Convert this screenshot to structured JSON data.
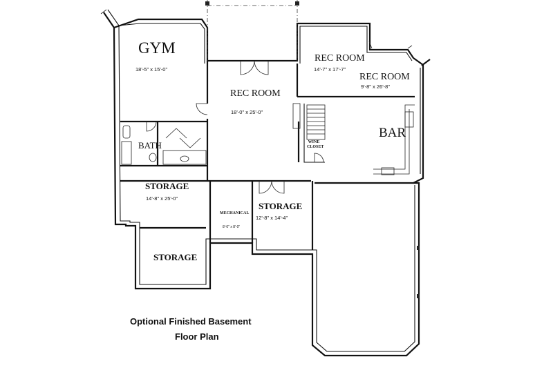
{
  "rooms": {
    "gym": {
      "name": "GYM",
      "dims": "18'-5\" x 15'-0\""
    },
    "rec_room_center": {
      "name": "REC ROOM",
      "dims": "18'-0\" x 25'-0\""
    },
    "rec_room_upper": {
      "name": "REC ROOM",
      "dims": "14'-7\" x 17'-7\""
    },
    "rec_room_right": {
      "name": "REC ROOM",
      "dims": "9'-8\" x 26'-8\""
    },
    "bar": {
      "name": "BAR"
    },
    "bath": {
      "name": "BATH"
    },
    "wine_closet": {
      "name": "WINE CLOSET"
    },
    "storage_left": {
      "name": "STORAGE",
      "dims": "14'-8\" x 25'-0\""
    },
    "mechanical": {
      "name": "MECHANICAL",
      "dims": "8'-0\" x 8'-0\""
    },
    "storage_center": {
      "name": "STORAGE",
      "dims": "12'-8\" x 14'-4\""
    },
    "storage_lower": {
      "name": "STORAGE"
    }
  },
  "caption": {
    "line1": "Optional Finished Basement",
    "line2": "Floor Plan"
  }
}
